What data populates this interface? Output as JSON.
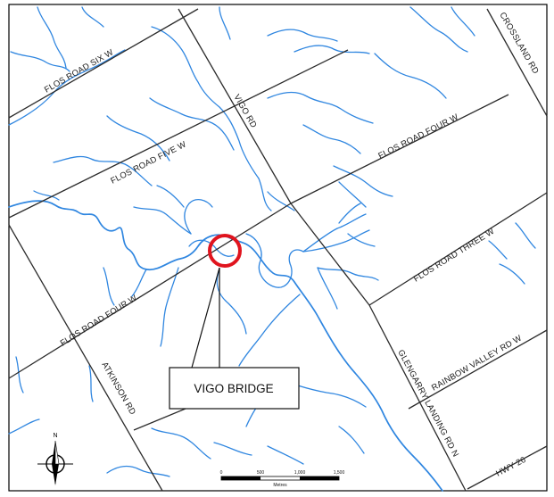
{
  "map": {
    "roads": [
      {
        "id": "flos_six_w",
        "label": "FLOS ROAD SIX W"
      },
      {
        "id": "flos_five_w",
        "label": "FLOS ROAD FIVE W"
      },
      {
        "id": "flos_four_w_ne",
        "label": "FLOS ROAD FOUR W"
      },
      {
        "id": "flos_four_w_sw",
        "label": "FLOS ROAD FOUR W"
      },
      {
        "id": "flos_three_w",
        "label": "FLOS ROAD THREE W"
      },
      {
        "id": "vigo_rd",
        "label": "VIGO RD"
      },
      {
        "id": "crossland_rd",
        "label": "CROSSLAND RD"
      },
      {
        "id": "atkinson_rd",
        "label": "ATKINSON RD"
      },
      {
        "id": "glengarry_landing_rd_n",
        "label": "GLENGARRY LANDING RD N"
      },
      {
        "id": "rainbow_valley_rd_w",
        "label": "RAINBOW VALLEY RD W"
      },
      {
        "id": "hwy_26",
        "label": "HWY 26"
      }
    ],
    "callout": {
      "label": "VIGO BRIDGE"
    },
    "marker_color": "#e0141e",
    "river_color": "#2f86e0",
    "road_color": "#2b2b2b",
    "scale_bar": {
      "ticks": [
        "0",
        "500",
        "1,000",
        "1,500"
      ],
      "unit": "Metres"
    },
    "north_arrow": {
      "label": "N"
    }
  }
}
